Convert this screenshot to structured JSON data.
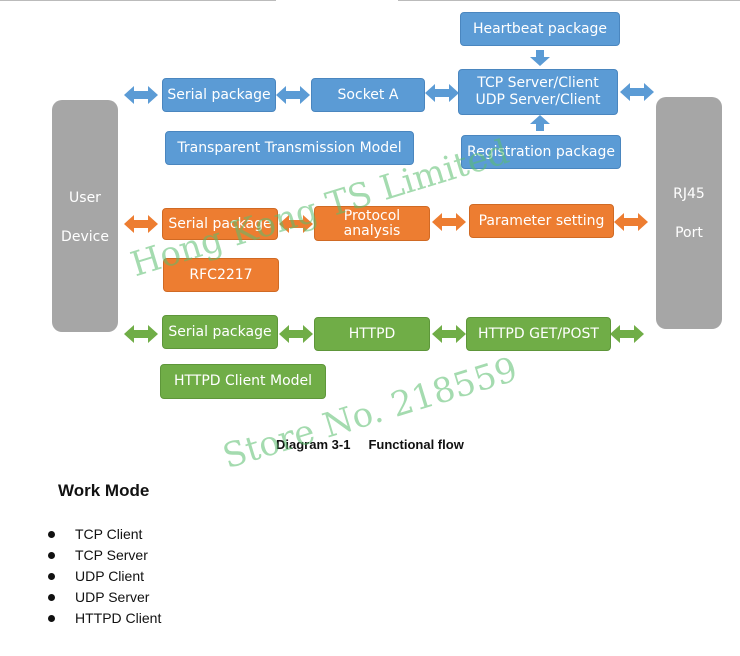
{
  "diagram": {
    "left_panel": {
      "line1": "User",
      "line2": "Device"
    },
    "right_panel": {
      "line1": "RJ45",
      "line2": "Port"
    },
    "blue": {
      "heartbeat": "Heartbeat package",
      "serial": "Serial package",
      "socket": "Socket A",
      "server_line1": "TCP Server/Client",
      "server_line2": "UDP Server/Client",
      "model": "Transparent Transmission Model",
      "registration": "Registration package"
    },
    "orange": {
      "serial": "Serial package",
      "protocol_line1": "Protocol",
      "protocol_line2": "analysis",
      "parameter": "Parameter setting",
      "rfc": "RFC2217"
    },
    "green": {
      "serial": "Serial package",
      "httpd": "HTTPD",
      "getpost": "HTTPD GET/POST",
      "model": "HTTPD Client Model"
    },
    "colors": {
      "blue": "#5b9bd5",
      "orange": "#ed7d31",
      "green": "#70ad47",
      "gray": "#a6a6a6"
    }
  },
  "caption": "Diagram 3-1     Functional flow",
  "work_mode": {
    "title": "Work Mode",
    "items": [
      "TCP Client",
      "TCP Server",
      "UDP Client",
      "UDP Server",
      "HTTPD Client"
    ]
  },
  "watermark": {
    "line1": "Hong Kong TS Limited",
    "line2": "Store No. 218559"
  }
}
